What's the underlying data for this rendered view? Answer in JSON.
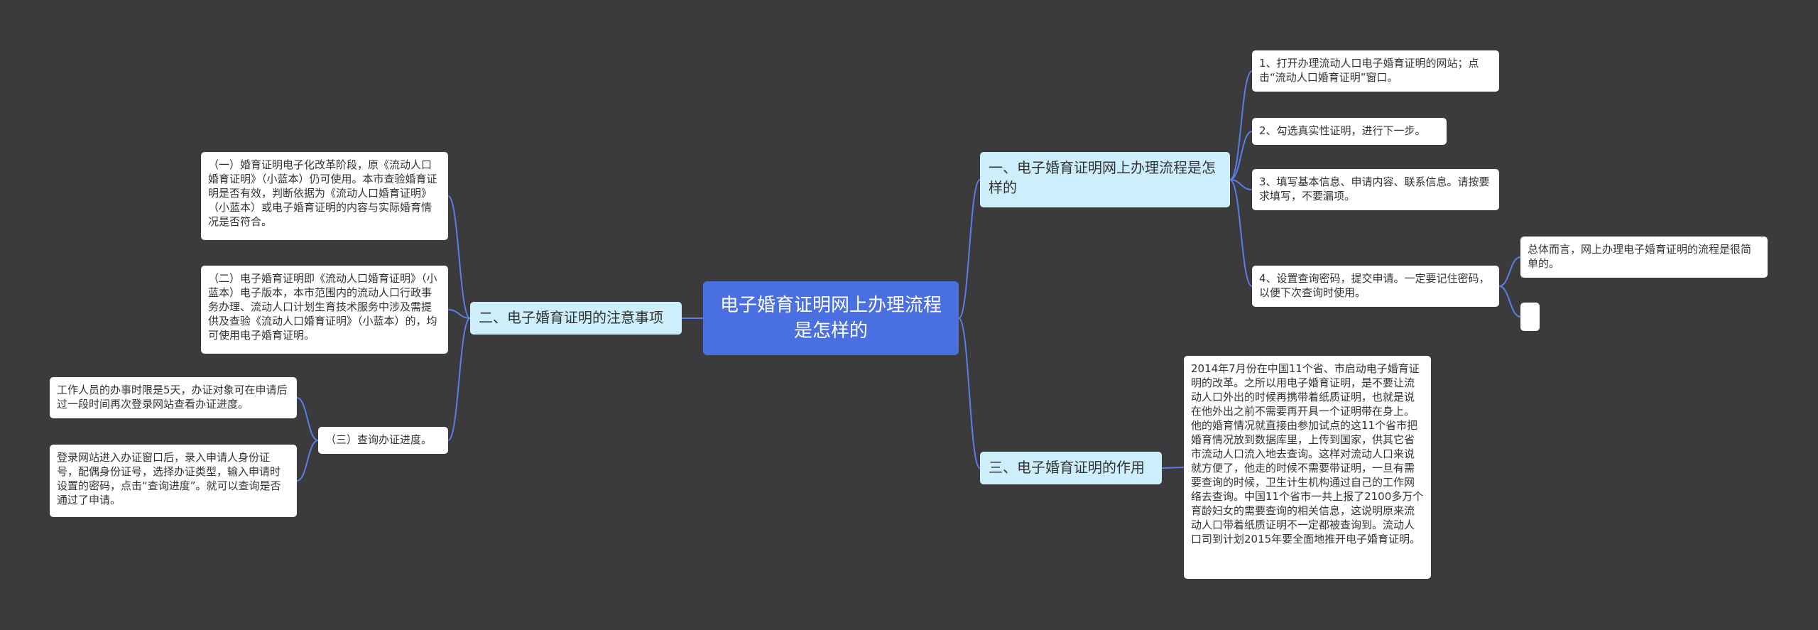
{
  "root": {
    "title": "电子婚育证明网上办理流程是怎样的"
  },
  "branches": {
    "b1": "一、电子婚育证明网上办理流程是怎样的",
    "b2": "二、电子婚育证明的注意事项",
    "b3": "三、电子婚育证明的作用"
  },
  "steps": {
    "s1": "1、打开办理流动人口电子婚育证明的网站；点击“流动人口婚育证明”窗口。",
    "s2": "2、勾选真实性证明，进行下一步。",
    "s3": "3、填写基本信息、申请内容、联系信息。请按要求填写，不要漏项。",
    "s4": "4、设置查询密码，提交申请。一定要记住密码，以便下次查询时使用。",
    "summary": "总体而言，网上办理电子婚育证明的流程是很简单的。",
    "empty": ""
  },
  "notes": {
    "n1": "（一）婚育证明电子化改革阶段，原《流动人口婚育证明》（小蓝本）仍可使用。本市查验婚育证明是否有效，判断依据为《流动人口婚育证明》（小蓝本）或电子婚育证明的内容与实际婚育情况是否符合。",
    "n2": "（二）电子婚育证明即《流动人口婚育证明》（小蓝本）电子版本，本市范围内的流动人口行政事务办理、流动人口计划生育技术服务中涉及需提供及查验《流动人口婚育证明》（小蓝本）的，均可使用电子婚育证明。",
    "n3": "（三）查询办证进度。",
    "n3a": "工作人员的办事时限是5天，办证对象可在申请后过一段时间再次登录网站查看办证进度。",
    "n3b": "登录网站进入办证窗口后，录入申请人身份证号，配偶身份证号，选择办证类型，输入申请时设置的密码，点击“查询进度”。就可以查询是否通过了申请。"
  },
  "effect": {
    "text": "2014年7月份在中国11个省、市启动电子婚育证明的改革。之所以用电子婚育证明，是不要让流动人口外出的时候再携带着纸质证明，也就是说在他外出之前不需要再开具一个证明带在身上。他的婚育情况就直接由参加试点的这11个省市把婚育情况放到数据库里，上传到国家，供其它省市流动人口流入地去查询。这样对流动人口来说就方便了，他走的时候不需要带证明，一旦有需要查询的时候，卫生计生机构通过自己的工作网络去查询。中国11个省市一共上报了2100多万个育龄妇女的需要查询的相关信息，这说明原来流动人口带着纸质证明不一定都被查询到。流动人口司到计划2015年要全面地推开电子婚育证明。"
  },
  "colors": {
    "background": "#3b3a3c",
    "root": "#4a6fe0",
    "branch": "#cdeffb",
    "leaf": "#ffffff",
    "connector": "#5b7ee8"
  }
}
